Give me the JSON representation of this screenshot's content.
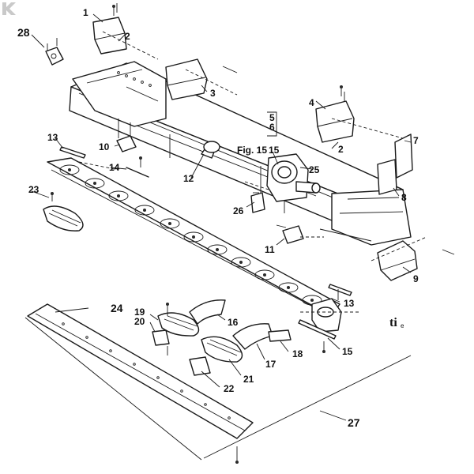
{
  "diagram": {
    "labels": [
      {
        "id": "1",
        "text": "1"
      },
      {
        "id": "2a",
        "text": "2"
      },
      {
        "id": "2b",
        "text": "2"
      },
      {
        "id": "3",
        "text": "3"
      },
      {
        "id": "4",
        "text": "4"
      },
      {
        "id": "5",
        "text": "5"
      },
      {
        "id": "6",
        "text": "6"
      },
      {
        "id": "7",
        "text": "7"
      },
      {
        "id": "8",
        "text": "8"
      },
      {
        "id": "9",
        "text": "9"
      },
      {
        "id": "10",
        "text": "10"
      },
      {
        "id": "11",
        "text": "11"
      },
      {
        "id": "12",
        "text": "12"
      },
      {
        "id": "13a",
        "text": "13"
      },
      {
        "id": "13b",
        "text": "13"
      },
      {
        "id": "14",
        "text": "14"
      },
      {
        "id": "15a",
        "text": "15"
      },
      {
        "id": "15b",
        "text": "15"
      },
      {
        "id": "16",
        "text": "16"
      },
      {
        "id": "17",
        "text": "17"
      },
      {
        "id": "18",
        "text": "18"
      },
      {
        "id": "19",
        "text": "19"
      },
      {
        "id": "20",
        "text": "20"
      },
      {
        "id": "21",
        "text": "21"
      },
      {
        "id": "22",
        "text": "22"
      },
      {
        "id": "23",
        "text": "23"
      },
      {
        "id": "24",
        "text": "24"
      },
      {
        "id": "25",
        "text": "25"
      },
      {
        "id": "26",
        "text": "26"
      },
      {
        "id": "27",
        "text": "27"
      },
      {
        "id": "28",
        "text": "28"
      },
      {
        "id": "fig",
        "text": "Fig. 15"
      }
    ],
    "corner_mark": "ti",
    "corner_mark_sub": "e"
  }
}
